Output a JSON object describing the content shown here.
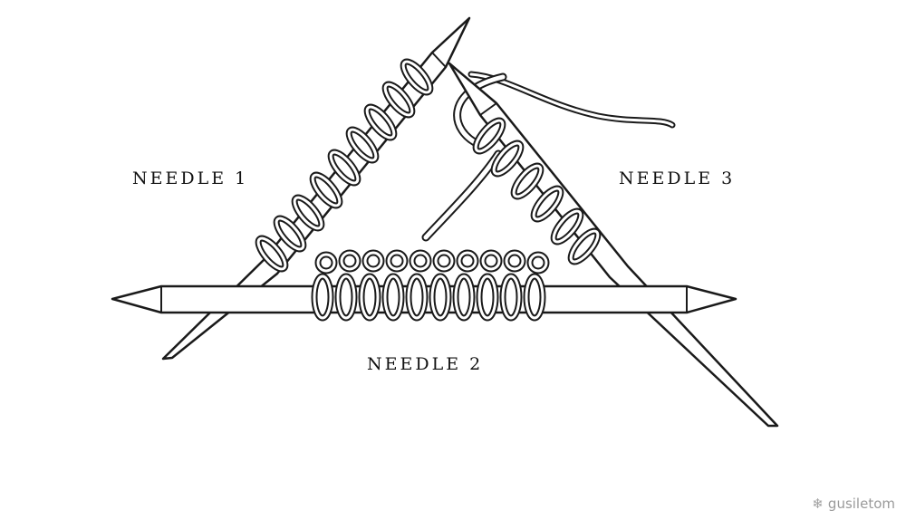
{
  "labels": {
    "needle_1": "NEEDLE 1",
    "needle_2": "NEEDLE 2",
    "needle_3": "NEEDLE 3"
  },
  "watermark": {
    "icon": "snowflake-icon",
    "text": "gusiletom"
  },
  "colors": {
    "line": "#1a1a1a",
    "fill": "#ffffff",
    "watermark": "#9a9a9a"
  }
}
